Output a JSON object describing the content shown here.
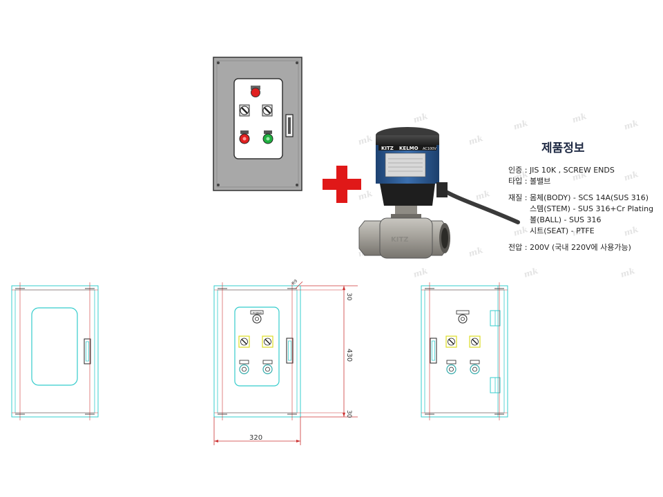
{
  "watermark": "mk",
  "product_info": {
    "title": "제품정보",
    "cert": "인증 : JIS 10K , SCREW ENDS",
    "type": "타입 : 볼밸브",
    "material": "재질 : 몸체(BODY) - SCS 14A(SUS 316)",
    "stem": "스템(STEM) - SUS 316+Cr Plating",
    "ball": "볼(BALL) - SUS 316",
    "seat": "시트(SEAT) - PTFE",
    "voltage": "전압 : 200V (국내 220V에 사용가능)"
  },
  "valve": {
    "brand": "KITZ",
    "model": "KELMO",
    "code": "AC100V"
  },
  "drawing": {
    "power_label": "POWER",
    "dims": {
      "width": "320",
      "height": "430",
      "top_margin": "30",
      "bottom_margin": "30",
      "radius": "R9"
    }
  },
  "colors": {
    "panel_gray": "#a8a8a8",
    "button_red": "#e02020",
    "button_green": "#20b040",
    "plus_red": "#e01818",
    "cad_cyan": "#33cccc",
    "cad_red": "#cc3333",
    "cad_yellow": "#dddd22",
    "actuator_blue": "#2a5a9a"
  }
}
